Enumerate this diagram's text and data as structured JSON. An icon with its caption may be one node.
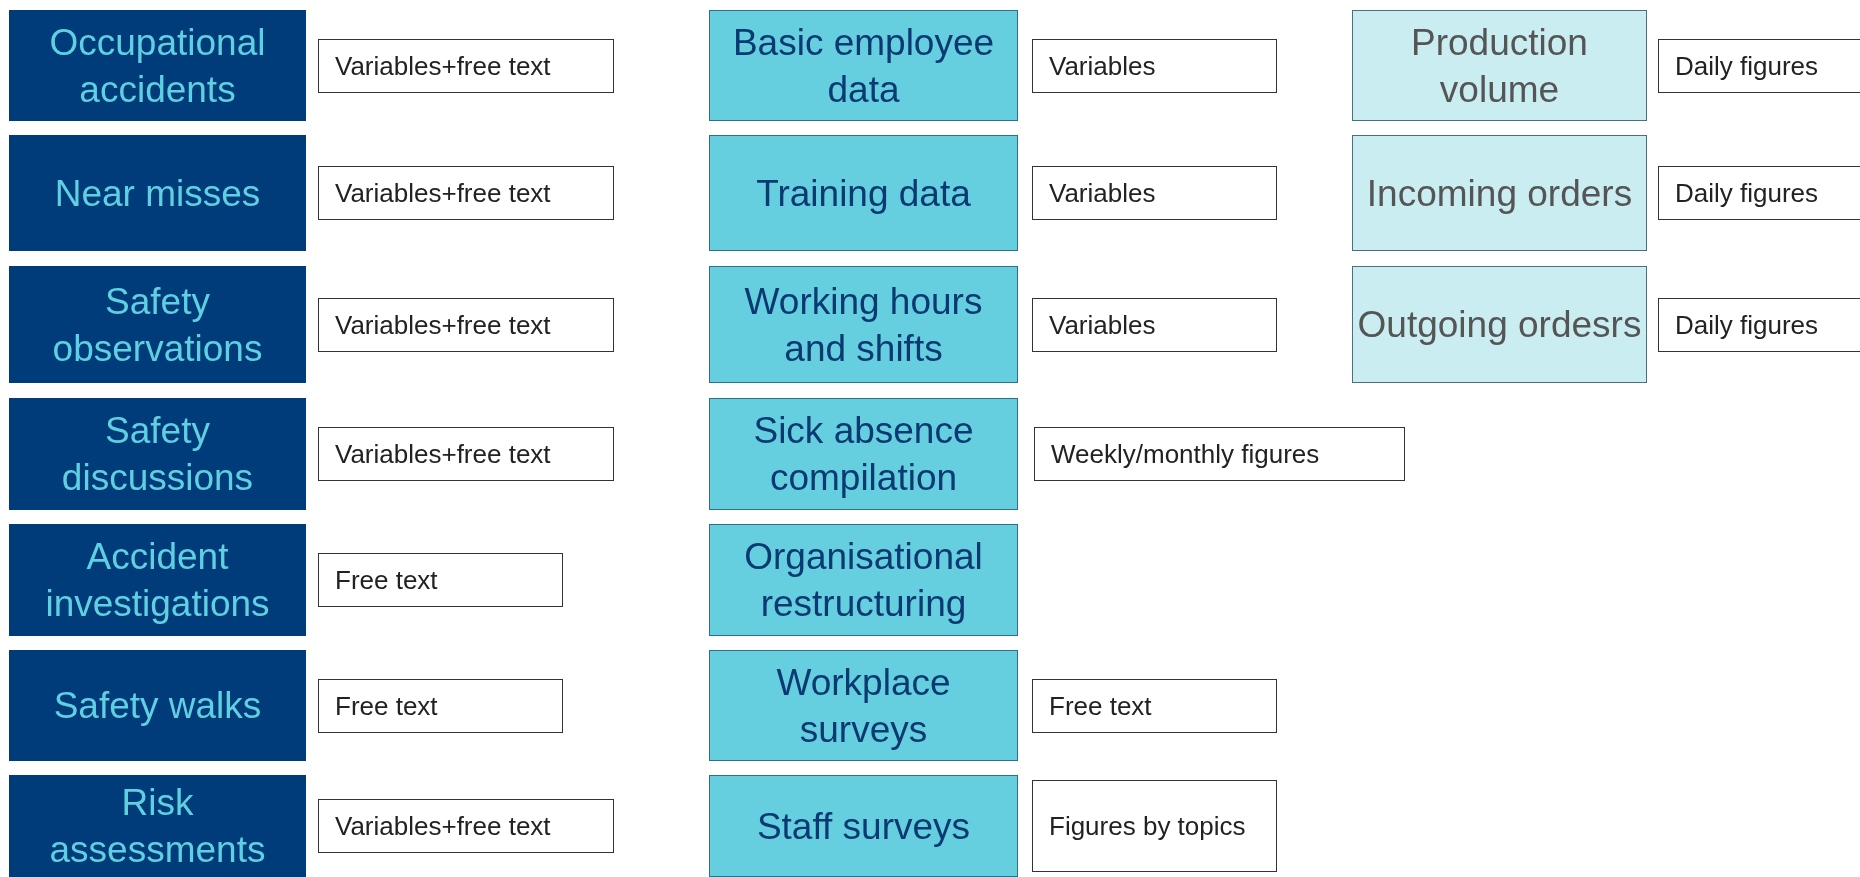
{
  "diagram": {
    "nodes": [
      {
        "text": [
          "Occupational accidents"
        ]
      },
      {
        "text": [
          "Variables+free text"
        ]
      },
      {
        "text": [
          "Basic employee data"
        ]
      },
      {
        "text": [
          "Variables"
        ]
      },
      {
        "text": [
          "Production volume"
        ]
      },
      {
        "text": [
          "Daily figures"
        ]
      },
      {
        "text": [
          "Near misses"
        ]
      },
      {
        "text": [
          "Variables+free text"
        ]
      },
      {
        "text": [
          "Training data"
        ]
      },
      {
        "text": [
          "Variables"
        ]
      },
      {
        "text": [
          "Incoming orders"
        ]
      },
      {
        "text": [
          "Daily figures"
        ]
      },
      {
        "text": [
          "Safety observations"
        ]
      },
      {
        "text": [
          "Variables+free text"
        ]
      },
      {
        "text": [
          "Working hours and shifts"
        ]
      },
      {
        "text": [
          "Variables"
        ]
      },
      {
        "text": [
          "Outgoing ordesrs"
        ]
      },
      {
        "text": [
          "Daily figures"
        ]
      },
      {
        "text": [
          "Safety discussions"
        ]
      },
      {
        "text": [
          "Variables+free text"
        ]
      },
      {
        "text": [
          "Sick absence compilation"
        ]
      },
      {
        "text": [
          "Weekly/monthly figures"
        ]
      },
      {
        "text": [
          "Accident investigations"
        ]
      },
      {
        "text": [
          "Free text"
        ]
      },
      {
        "text": [
          "Organisational restructuring"
        ]
      },
      {
        "text": [
          "Safety walks"
        ]
      },
      {
        "text": [
          "Free text"
        ]
      },
      {
        "text": [
          "Workplace surveys"
        ]
      },
      {
        "text": [
          "Free text"
        ]
      },
      {
        "text": [
          "Risk assessments"
        ]
      },
      {
        "text": [
          "Variables+free text"
        ]
      },
      {
        "text": [
          "Staff surveys"
        ]
      },
      {
        "text": [
          "Figures by topics"
        ]
      }
    ],
    "edges": []
  }
}
